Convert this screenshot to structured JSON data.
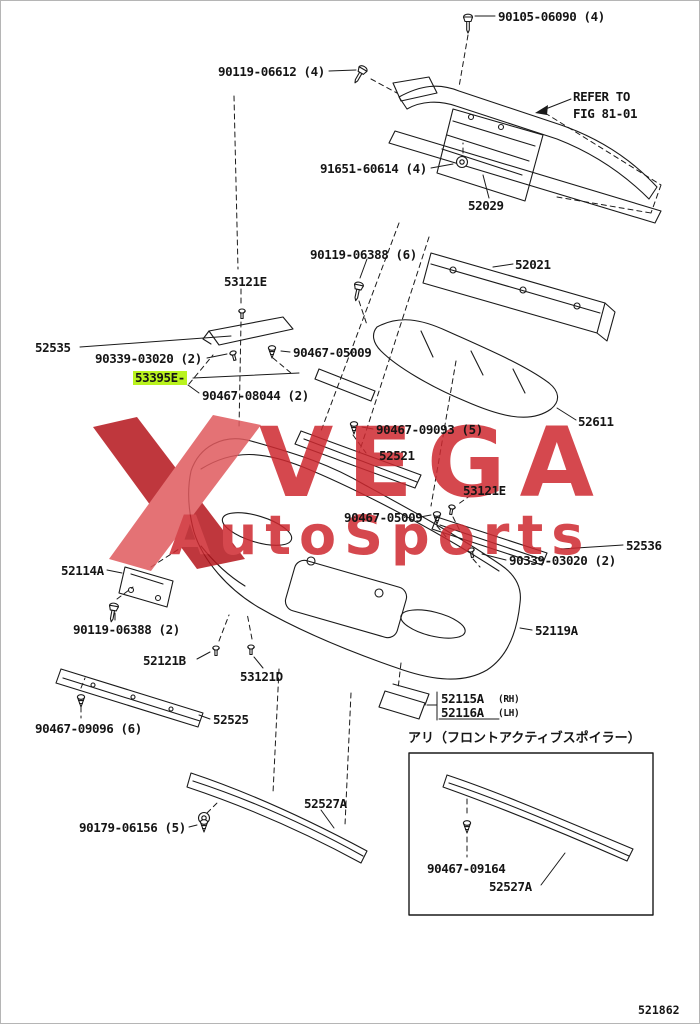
{
  "page": {
    "figure_code": "521862"
  },
  "watermark": {
    "brand": "VEGA",
    "sub": "AutoSports"
  },
  "colors": {
    "highlight": "#b9f31e",
    "watermark_red": "#ce2930",
    "line": "#1a1a1a"
  },
  "inset": {
    "caption": "アリ（フロントアクティブスポイラー）"
  },
  "labels": [
    "90105-06090 (4)",
    "90119-06612 (4)",
    "REFER TO",
    "FIG 81-01",
    "91651-60614 (4)",
    "52029",
    "90119-06388 (6)",
    "52021",
    "53121E",
    "52535",
    "90339-03020 (2)",
    "90467-05009",
    "53395E-",
    "90467-08044 (2)",
    "52611",
    "90467-09093 (5)",
    "52521",
    "53121E",
    "90467-05009",
    "52536",
    "90339-03020 (2)",
    "52114A",
    "90119-06388 (2)",
    "52121B",
    "53121D",
    "52119A",
    "52525",
    "90467-09096 (6)",
    "52115A",
    "(RH)",
    "52116A",
    "(LH)",
    "90467-09164",
    "52527A",
    "52527A",
    "90179-06156 (5)"
  ]
}
